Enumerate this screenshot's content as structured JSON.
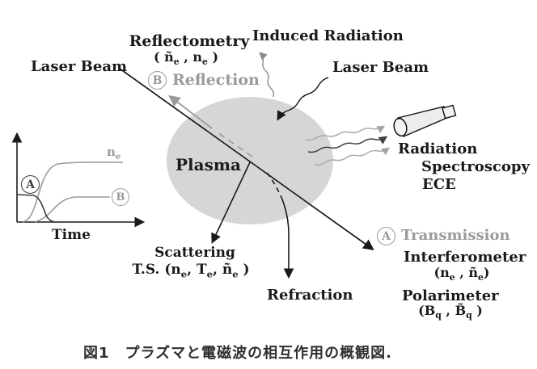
{
  "figure": {
    "caption": "図1　プラズマと電磁波の相互作用の概観図.",
    "labels": {
      "laser_beam_left": "Laser Beam",
      "laser_beam_right": "Laser Beam",
      "reflectometry": "Reflectometry",
      "reflectometry_values": [
        [
          "( ñ",
          0
        ],
        [
          "e",
          1
        ],
        [
          " , n",
          0
        ],
        [
          "e",
          1
        ],
        [
          " )",
          0
        ]
      ],
      "reflection_letter": "B",
      "reflection": "Reflection",
      "induced_radiation": "Induced Radiation",
      "radiation": "Radiation",
      "spectroscopy": "Spectroscopy",
      "ece": "ECE",
      "plasma": "Plasma",
      "scattering": "Scattering",
      "ts_values": [
        [
          "T.S. (n",
          0
        ],
        [
          "e",
          1
        ],
        [
          ", T",
          0
        ],
        [
          "e",
          1
        ],
        [
          ", ñ",
          0
        ],
        [
          "e",
          1
        ],
        [
          " )",
          0
        ]
      ],
      "refraction": "Refraction",
      "transmission_letter": "A",
      "transmission": "Transmission",
      "interferometer": "Interferometer",
      "interferometer_values": [
        [
          "(n",
          0
        ],
        [
          "e",
          1
        ],
        [
          " , ñ",
          0
        ],
        [
          "e",
          1
        ],
        [
          ")",
          0
        ]
      ],
      "polarimeter": "Polarimeter",
      "polarimeter_values": [
        [
          "(B",
          0
        ],
        [
          "q",
          1
        ],
        [
          " , B̃",
          0
        ],
        [
          "q",
          1
        ],
        [
          " )",
          0
        ]
      ]
    },
    "inset": {
      "ylabel_ne": [
        [
          "n",
          0
        ],
        [
          "e",
          1
        ]
      ],
      "xlabel": "Time",
      "curve_a_letter": "A",
      "curve_b_letter": "B"
    },
    "colors": {
      "plasma_fill": "#d6d6d6",
      "black_line": "#1a1a1a",
      "gray_label": "#9a9a9a",
      "gray_wave_light": "#a6a6a6",
      "gray_wave_mid": "#8a8a8a",
      "wave_dark": "#3f3f3f"
    }
  },
  "chart_data": {
    "type": "line",
    "title": "",
    "xlabel": "Time",
    "ylabel": "ne",
    "note": "qualitative inset: transmitted signal A drops as density ne rises; reflected signal B rises to a lower plateau",
    "x": [
      0,
      0.15,
      0.25,
      0.35,
      0.5,
      1.0
    ],
    "series": [
      {
        "name": "ne",
        "values": [
          0,
          0.1,
          0.55,
          0.9,
          1.0,
          1.0
        ]
      },
      {
        "name": "A (transmission)",
        "values": [
          0.45,
          0.45,
          0.3,
          0.02,
          0,
          0
        ]
      },
      {
        "name": "B (reflection)",
        "values": [
          0,
          0.05,
          0.2,
          0.38,
          0.42,
          0.42
        ]
      }
    ],
    "legend_position": "inline",
    "grid": false
  }
}
